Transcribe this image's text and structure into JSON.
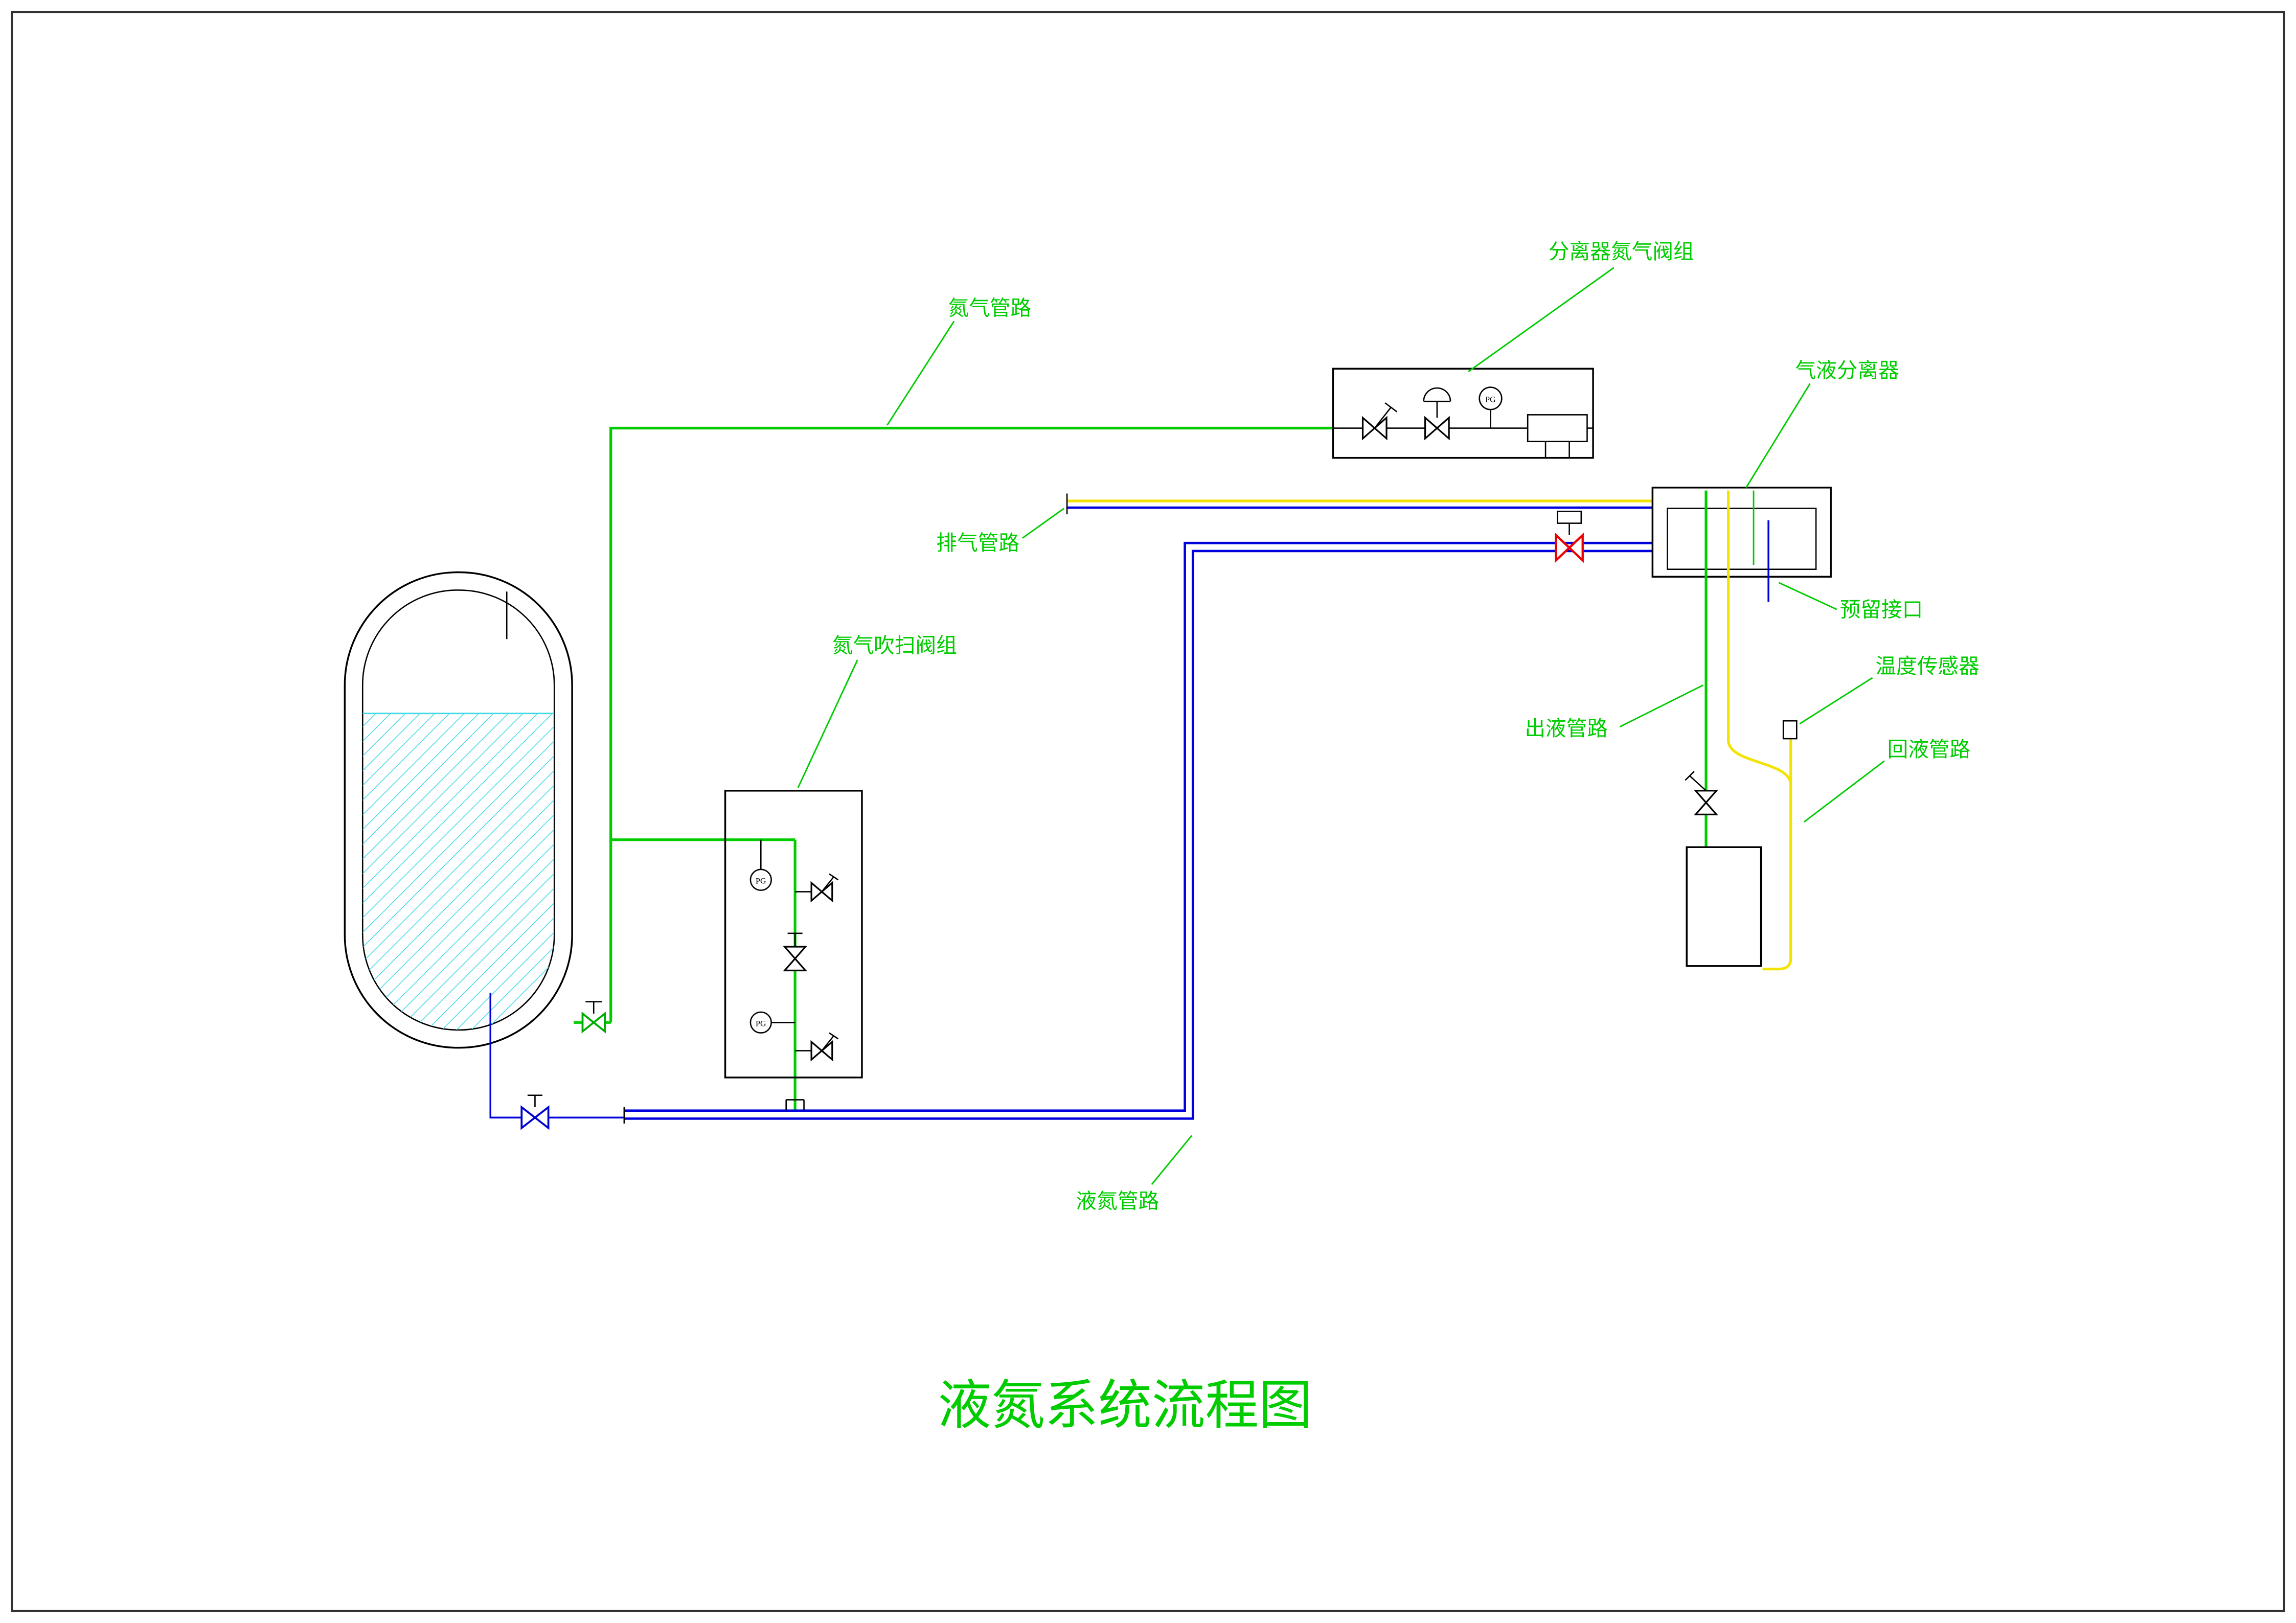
{
  "title": {
    "text": "液氮系统流程图"
  },
  "labels": {
    "nitrogen_gas_line": "氮气管路",
    "separator_nitrogen_valve_group": "分离器氮气阀组",
    "gas_liquid_separator": "气液分离器",
    "exhaust_line": "排气管路",
    "nitrogen_purge_valve_group": "氮气吹扫阀组",
    "reserved_port": "预留接口",
    "temperature_sensor": "温度传感器",
    "liquid_outlet_line": "出液管路",
    "liquid_return_line": "回液管路",
    "liquid_nitrogen_line": "液氮管路",
    "gauge": "PG"
  },
  "colors": {
    "label_green": "#00cc00",
    "pipe_green": "#00cc00",
    "pipe_blue": "#0000dd",
    "pipe_yellow": "#f2e400",
    "valve_red": "#ee0000",
    "liquid_cyan": "#3fd9e6",
    "outline_black": "#000000",
    "background": "#ffffff"
  }
}
